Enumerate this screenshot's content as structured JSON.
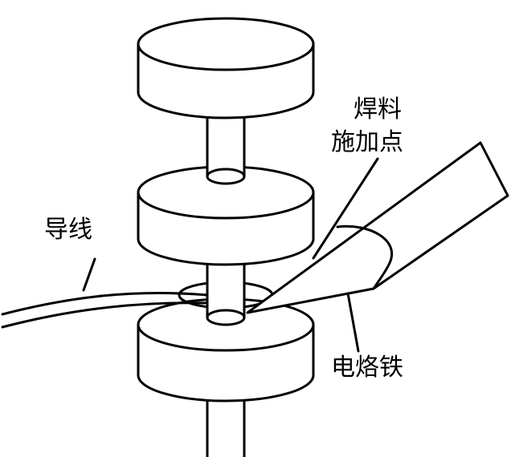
{
  "labels": {
    "wire": "导线",
    "solder_line1": "焊料",
    "solder_line2": "施加点",
    "iron": "电烙铁"
  },
  "colors": {
    "stroke": "#000000",
    "fill": "#ffffff"
  }
}
